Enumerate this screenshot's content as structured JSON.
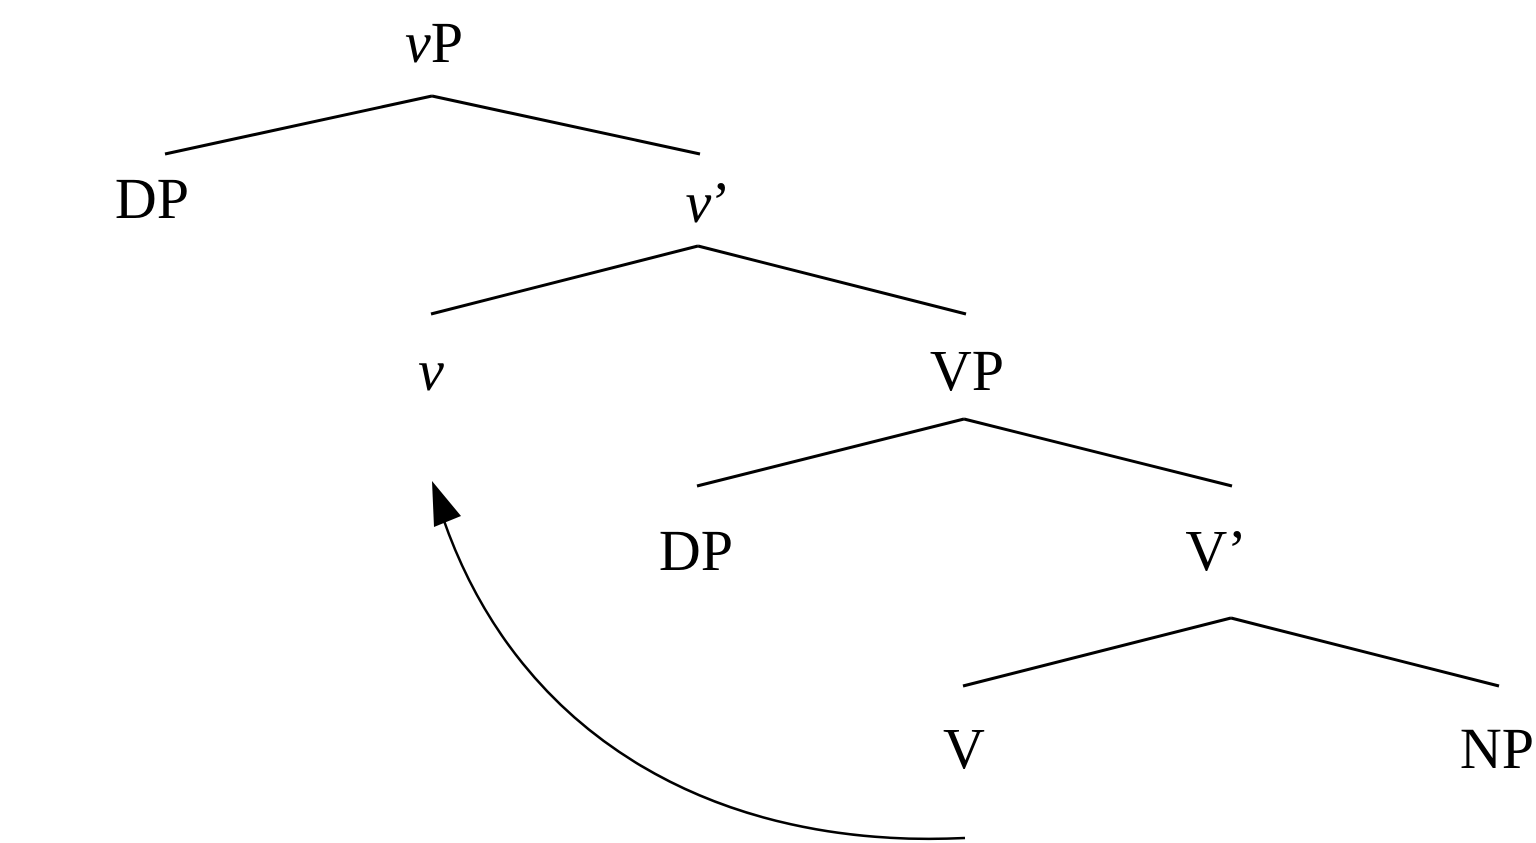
{
  "tree": {
    "nodes": {
      "vP": {
        "head": "v",
        "rest": "P"
      },
      "DP1": {
        "text": "DP"
      },
      "vbar": {
        "head": "v",
        "rest": "’"
      },
      "v": {
        "head": "v",
        "rest": ""
      },
      "VP": {
        "text": "VP"
      },
      "DP2": {
        "text": "DP"
      },
      "Vbar": {
        "text": "V’"
      },
      "V": {
        "text": "V"
      },
      "NP": {
        "text": "NP"
      }
    },
    "movement": {
      "from": "V",
      "to": "v",
      "type": "head-movement-arrow"
    }
  }
}
